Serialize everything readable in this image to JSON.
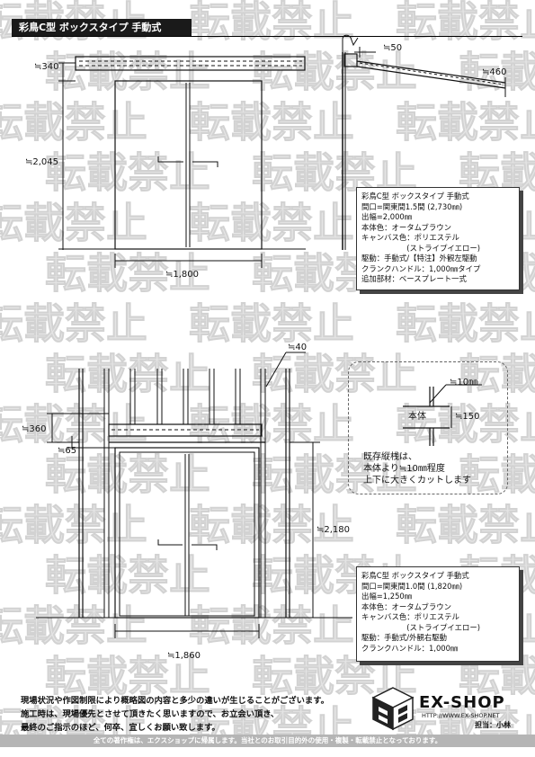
{
  "header": {
    "title": "彩鳥C型 ボックスタイプ 手動式"
  },
  "watermark": {
    "text": "転載禁止"
  },
  "top_drawing": {
    "dims": {
      "top_height": "≒340",
      "height": "≒2,045",
      "width": "≒1,800",
      "side_offset": "≒50",
      "projection": "≒460"
    },
    "spec": [
      "彩鳥C型 ボックスタイプ 手動式",
      "間口=関東間1.5間 (2,730㎜)",
      "出幅=2,000㎜",
      "本体色：オータムブラウン",
      "キャンバス色：ポリエステル",
      "　　　　　　(ストライプイエロー)",
      "駆動：手動式/【特注】外観左駆動",
      "クランクハンドル：1,000㎜タイプ",
      "追加部材：ベースプレート一式"
    ]
  },
  "bottom_drawing": {
    "dims": {
      "top_height": "≒360",
      "gap": "≒65",
      "rail": "≒40",
      "height": "≒2,180",
      "width": "≒1,860"
    },
    "detail": {
      "label": "本体",
      "width": "≒10㎜",
      "height": "≒150",
      "note": [
        "既存縦桟は、",
        "本体より≒10㎜程度",
        "上下に大きくカットします"
      ]
    },
    "spec": [
      "彩鳥C型 ボックスタイプ 手動式",
      "間口=関東間1.0間 (1,820㎜)",
      "出幅=1,250㎜",
      "本体色：オータムブラウン",
      "キャンバス色：ポリエステル",
      "　　　　　　(ストライプイエロー)",
      "駆動：手動式/外観右駆動",
      "クランクハンドル：1,000㎜"
    ]
  },
  "footer": {
    "lines": [
      "現場状況や作図制限により概略図の内容と多少の違いが生じることがございます。",
      "施工時は、現場優先とさせて頂きたく思いますので、お立会い頂き、",
      "最終のご指示のほど、何卒、宜しくお願い致します。"
    ],
    "copyright": "全ての著作権は、エクスショップに帰属します。当社とのお取引目的外の使用・複製・転載禁止となっております。"
  },
  "logo": {
    "name": "EX-SHOP",
    "url": "HTTP://WWW.EX-SHOP.NET",
    "staff": "担当：小林"
  }
}
